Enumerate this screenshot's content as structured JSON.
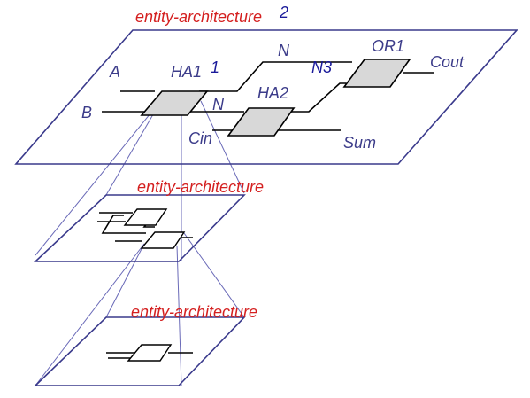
{
  "colors": {
    "plane_stroke": "#3a3a8c",
    "label_text": "#3c3c8a",
    "title_text": "#d42020",
    "index_text": "#1a1a9a",
    "wire": "#000000",
    "block_fill": "#d8d8d8",
    "projection_line": "#6a6ab8"
  },
  "top_level": {
    "title": "entity-architecture",
    "title_index": "2",
    "ports": {
      "a": "A",
      "b": "B",
      "cin": "Cin",
      "cout": "Cout",
      "sum": "Sum"
    },
    "components": {
      "ha1": "HA1",
      "ha2": "HA2",
      "or1": "OR1"
    },
    "signals": {
      "n_upper": "N",
      "n_lower": "N",
      "n3": "N3"
    },
    "ha1_index": "1"
  },
  "mid_level": {
    "title": "entity-architecture"
  },
  "bottom_level": {
    "title": "entity-architecture"
  }
}
